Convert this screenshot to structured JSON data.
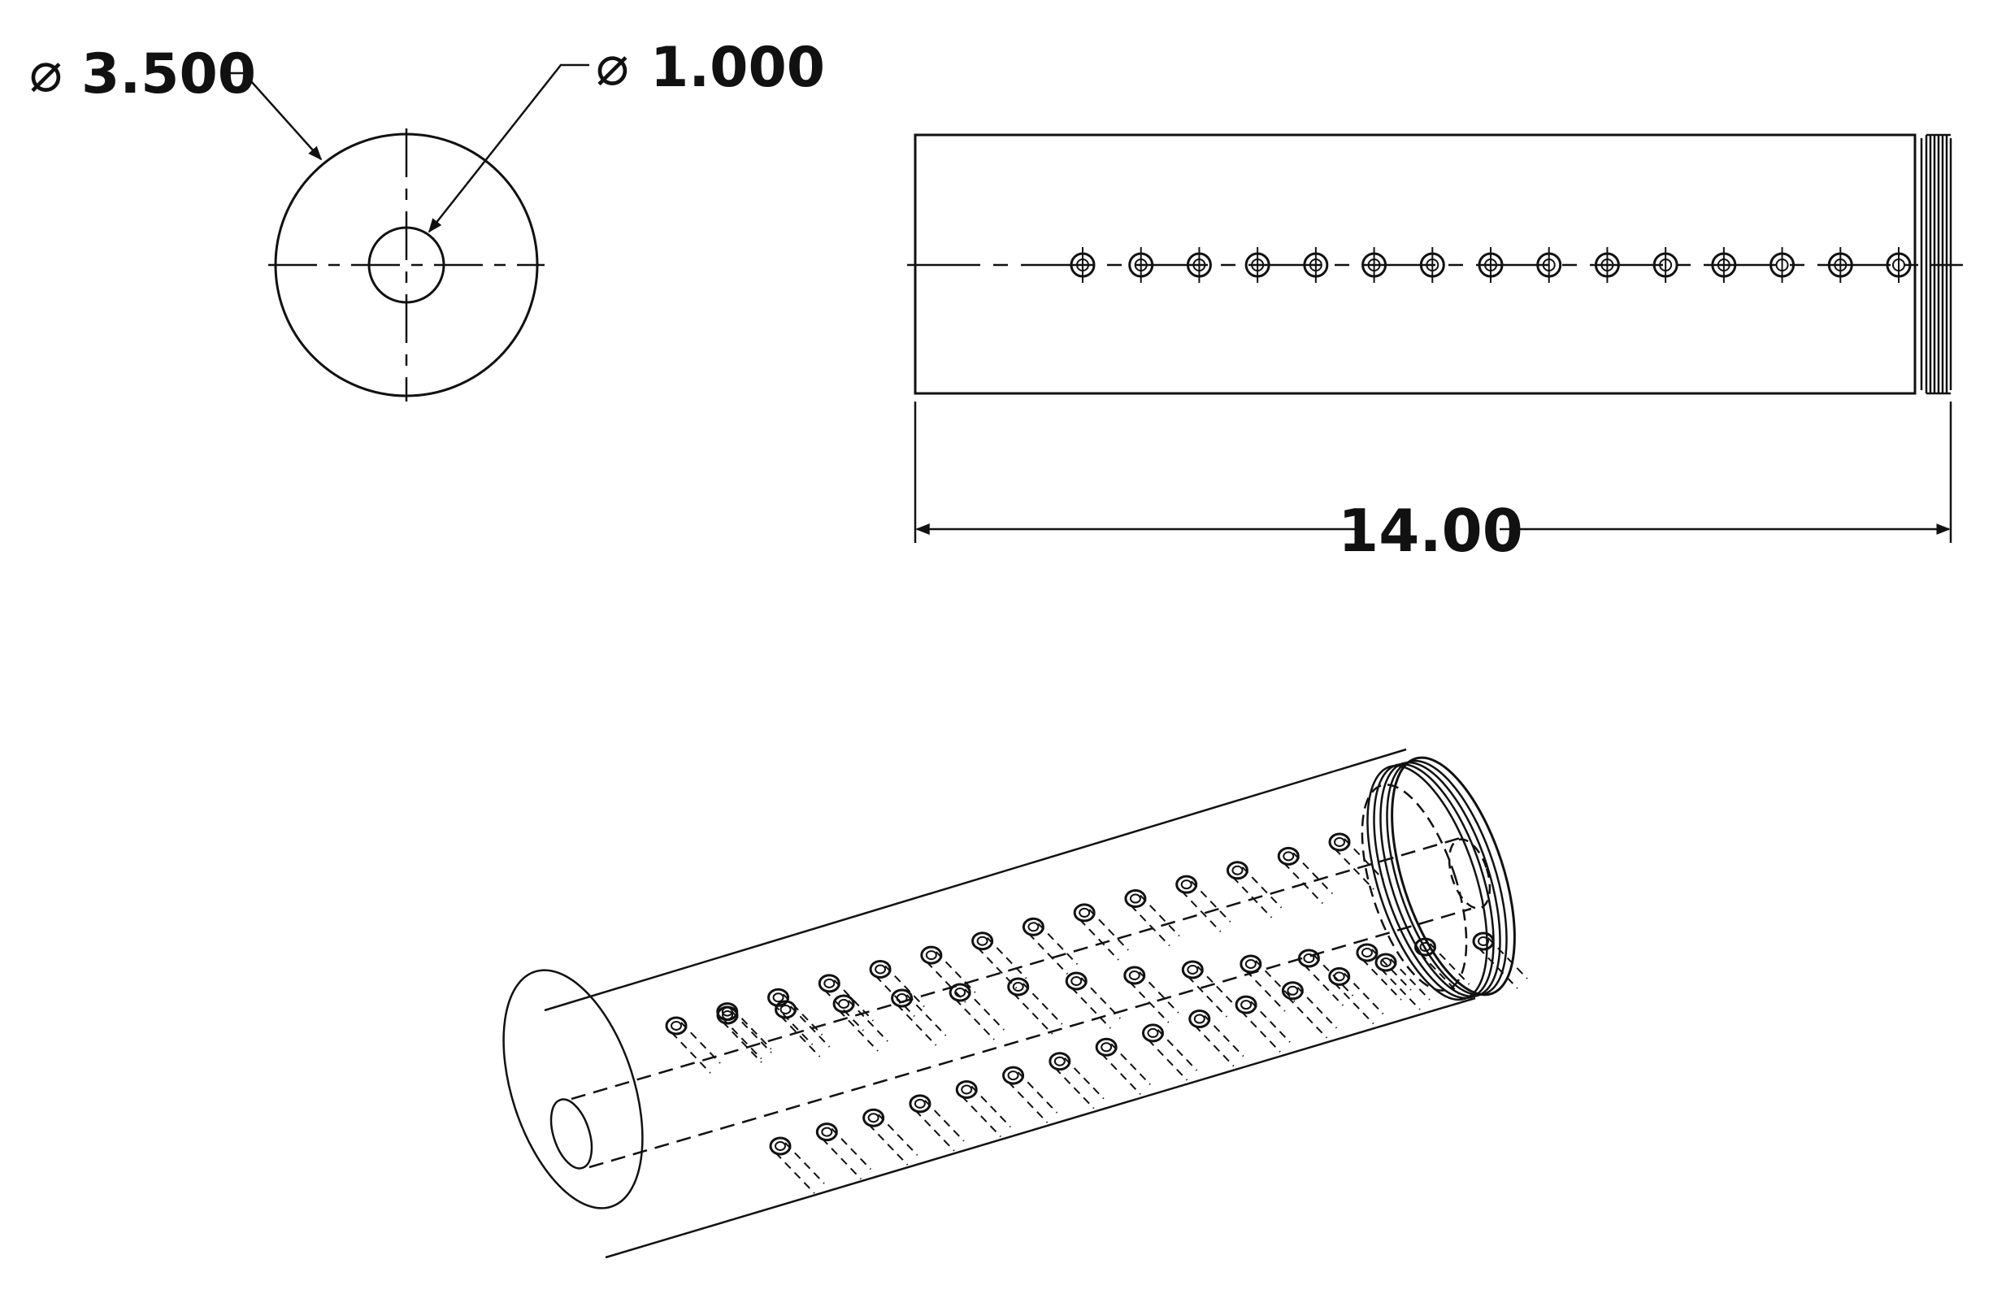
{
  "drawing": {
    "end_view": {
      "outer_diameter_label": "3.500",
      "inner_diameter_label": "1.000",
      "diameter_symbol": "⌀"
    },
    "side_view": {
      "length_label": "14.00",
      "hole_count": 15
    },
    "isometric_view": {
      "hole_rows": 3,
      "holes_per_row": 14
    },
    "colors": {
      "line": "#111111",
      "background": "#ffffff"
    }
  }
}
